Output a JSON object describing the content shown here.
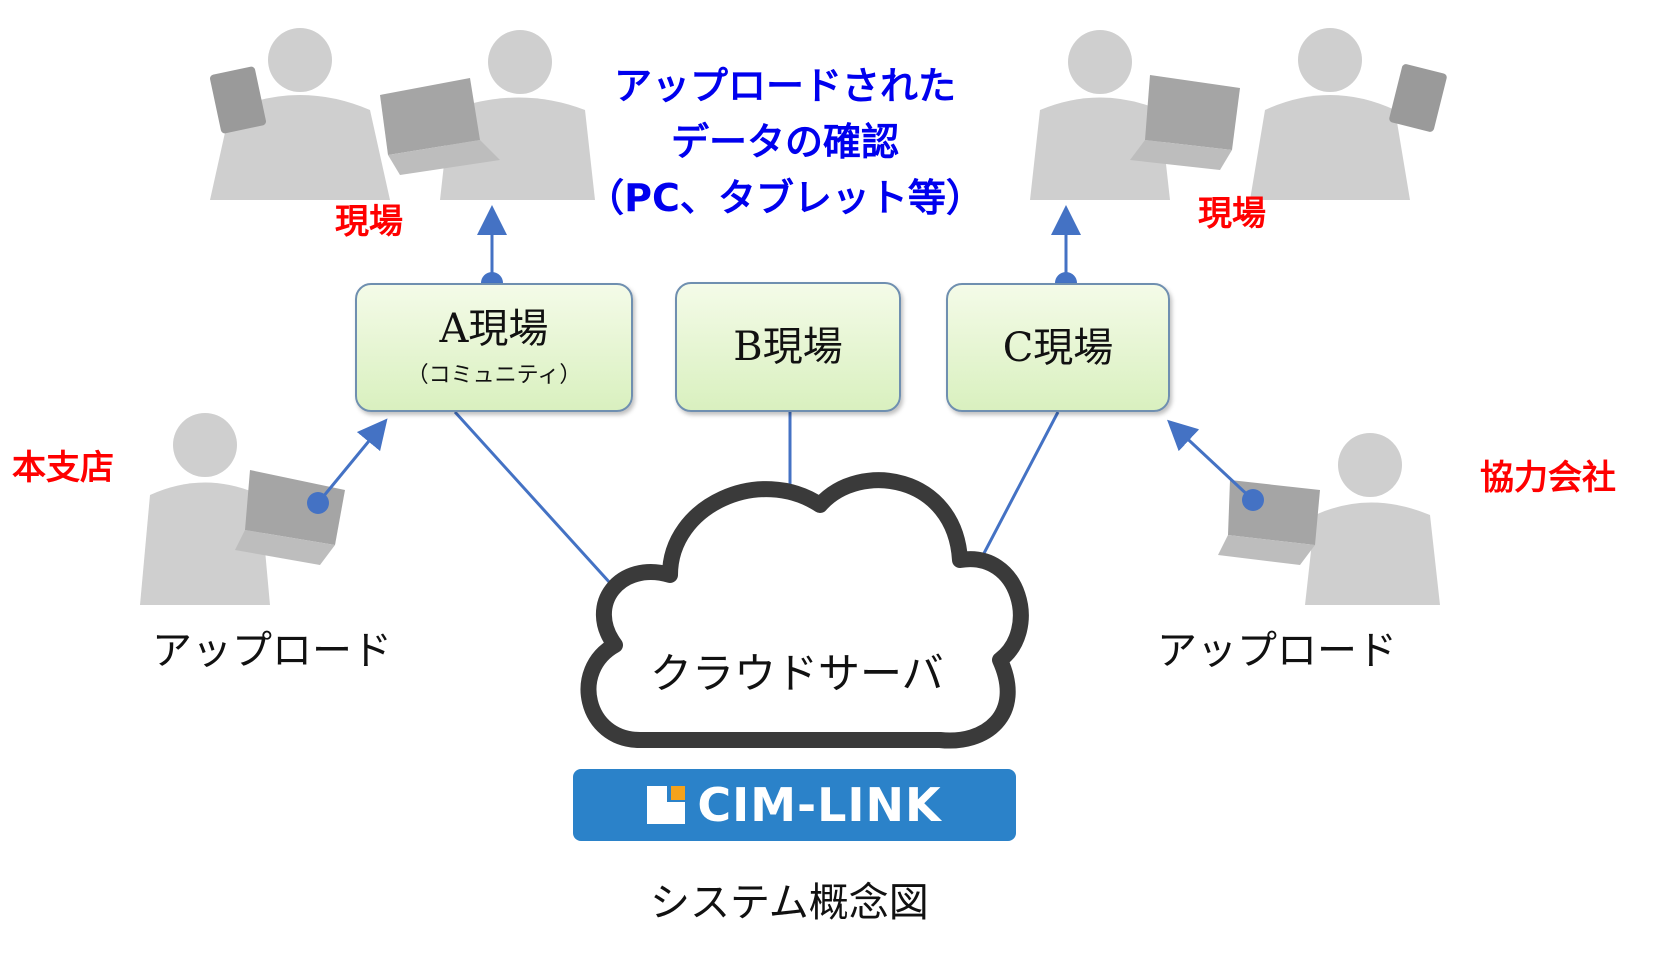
{
  "title_lines": [
    "アップロードされた",
    "データの確認",
    "（PC、タブレット等）"
  ],
  "site_label_left": "現場",
  "site_label_right": "現場",
  "sites": [
    {
      "name": "A現場",
      "sub": "（コミュニティ）"
    },
    {
      "name": "B現場",
      "sub": ""
    },
    {
      "name": "C現場",
      "sub": ""
    }
  ],
  "branch_label": "本支店",
  "partner_label": "協力会社",
  "upload_left": "アップロード",
  "upload_right": "アップロード",
  "cloud_label": "クラウドサーバ",
  "logo_text": "CIM-LINK",
  "caption": "システム概念図",
  "colors": {
    "title": "#0000ee",
    "role_labels": "#ff0000",
    "connector": "#4472c4",
    "logo_bg": "#2b82c9",
    "logo_mark": "#f5a21b",
    "person_silhouette": "#c8c8c8"
  },
  "icons": [
    "person-with-tablet-icon",
    "person-with-laptop-icon",
    "cloud-icon",
    "cim-link-logo"
  ]
}
